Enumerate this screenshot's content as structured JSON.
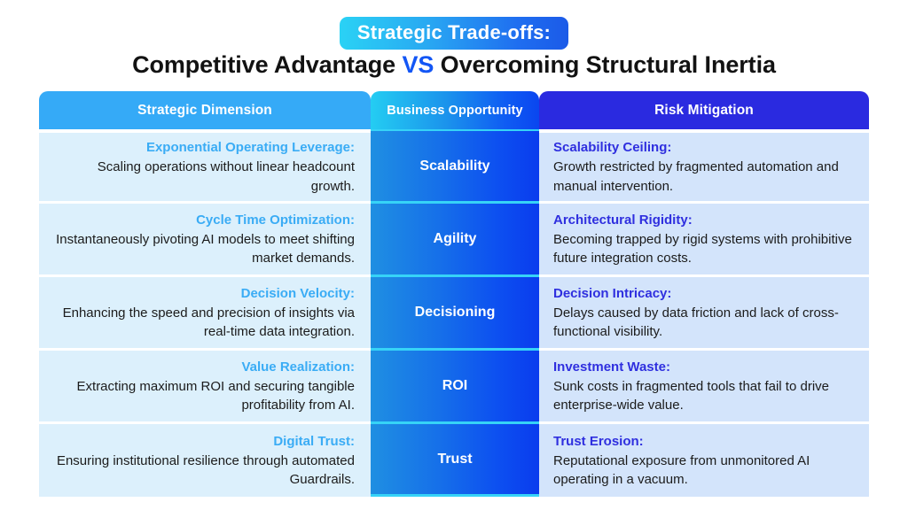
{
  "header": {
    "badge": "Strategic Trade-offs:",
    "title_part1": "Competitive Advantage ",
    "title_vs": "VS",
    "title_part2": " Overcoming Structural Inertia"
  },
  "colors": {
    "badge_gradient_start": "#2ad2f5",
    "badge_gradient_end": "#1b5ae8",
    "vs_blue": "#1356f5",
    "header_left_bg": "#35aaf7",
    "header_mid_gradient_start": "#24cdf2",
    "header_mid_gradient_end": "#0a46f0",
    "header_right_bg": "#2a2ae0",
    "row_left_bg": "#dcf0fc",
    "row_right_bg": "#d3e4fb",
    "mid_divider": "#36d3f7",
    "lead_left_text": "#3aacf5",
    "lead_right_text": "#2f2fdf",
    "body_text": "#1b1b1b"
  },
  "table": {
    "columns": [
      {
        "label": "Strategic Dimension"
      },
      {
        "label": "Business Opportunity"
      },
      {
        "label": "Risk Mitigation"
      }
    ],
    "rows": [
      {
        "left_lead": "Exponential Operating Leverage:",
        "left_body": "Scaling operations without linear headcount growth.",
        "middle": "Scalability",
        "right_lead": "Scalability Ceiling:",
        "right_body": "Growth restricted by fragmented automation and manual intervention."
      },
      {
        "left_lead": "Cycle Time Optimization:",
        "left_body": "Instantaneously pivoting AI models to meet shifting market demands.",
        "middle": "Agility",
        "right_lead": "Architectural Rigidity:",
        "right_body": "Becoming trapped by rigid systems with prohibitive future integration costs."
      },
      {
        "left_lead": "Decision Velocity:",
        "left_body": "Enhancing the speed and precision of insights via real-time data integration.",
        "middle": "Decisioning",
        "right_lead": "Decision Intricacy:",
        "right_body": "Delays caused by data friction and lack of cross-functional visibility."
      },
      {
        "left_lead": "Value Realization:",
        "left_body": "Extracting maximum ROI and securing tangible profitability from AI.",
        "middle": "ROI",
        "right_lead": "Investment Waste:",
        "right_body": "Sunk costs in fragmented tools that fail to drive enterprise-wide value."
      },
      {
        "left_lead": "Digital Trust:",
        "left_body": "Ensuring institutional resilience through automated Guardrails.",
        "middle": "Trust",
        "right_lead": "Trust Erosion:",
        "right_body": "Reputational exposure from unmonitored AI operating in a vacuum."
      }
    ]
  }
}
